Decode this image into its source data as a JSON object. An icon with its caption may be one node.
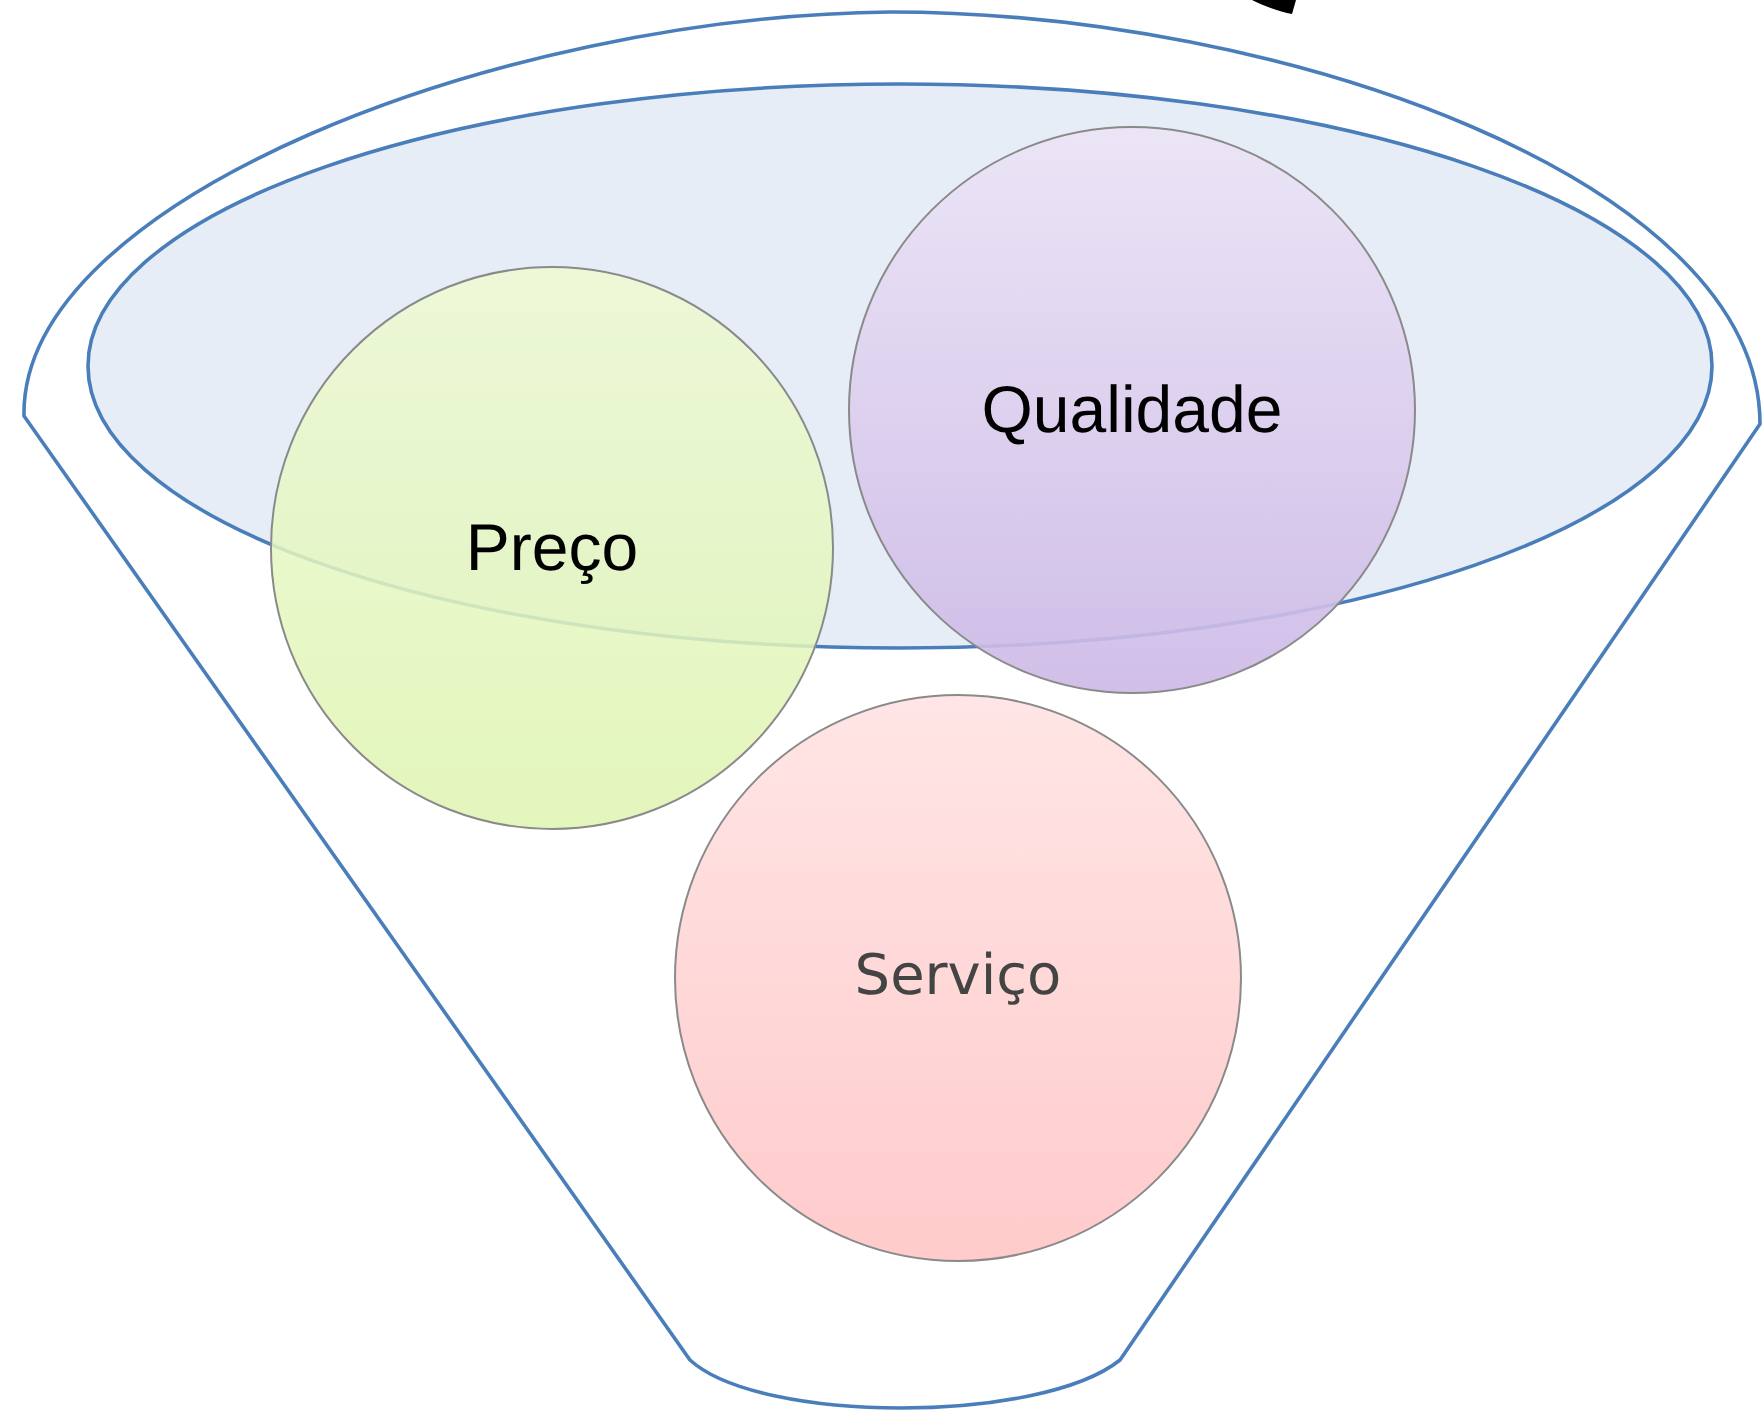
{
  "diagram": {
    "nodes": [
      {
        "text": [],
        "shape": "funnel"
      },
      {
        "text": [
          "Preço"
        ],
        "in": 0
      },
      {
        "text": [
          "Qualidade"
        ],
        "in": 0
      },
      {
        "text": [
          "Serviço"
        ],
        "in": 0
      }
    ]
  }
}
